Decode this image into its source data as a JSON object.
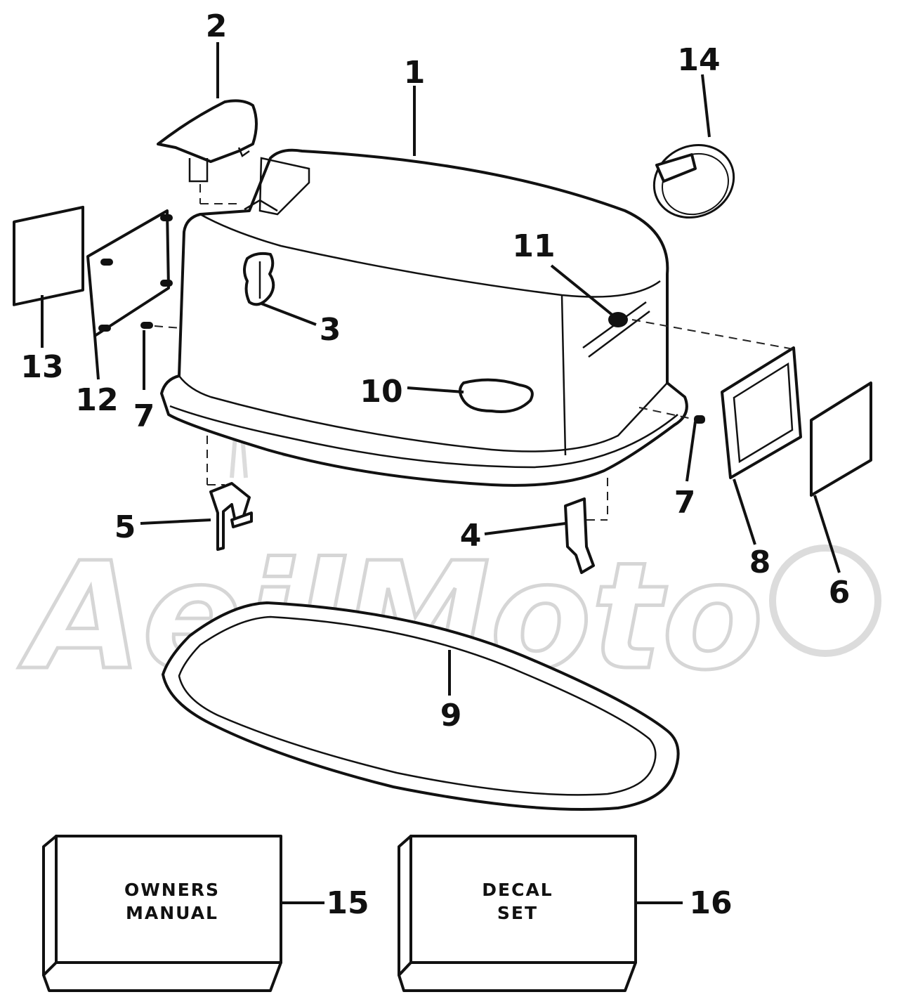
{
  "watermark": {
    "text": "AeilMoto"
  },
  "callouts": [
    {
      "id": "1",
      "label": "1"
    },
    {
      "id": "2",
      "label": "2"
    },
    {
      "id": "3",
      "label": "3"
    },
    {
      "id": "4",
      "label": "4"
    },
    {
      "id": "5",
      "label": "5"
    },
    {
      "id": "6",
      "label": "6"
    },
    {
      "id": "7a",
      "label": "7"
    },
    {
      "id": "7b",
      "label": "7"
    },
    {
      "id": "8",
      "label": "8"
    },
    {
      "id": "9",
      "label": "9"
    },
    {
      "id": "10",
      "label": "10"
    },
    {
      "id": "11",
      "label": "11"
    },
    {
      "id": "12",
      "label": "12"
    },
    {
      "id": "13",
      "label": "13"
    },
    {
      "id": "14",
      "label": "14"
    },
    {
      "id": "15",
      "label": "15"
    },
    {
      "id": "16",
      "label": "16"
    }
  ],
  "boxes": {
    "manual": {
      "line1": "OWNERS",
      "line2": "MANUAL"
    },
    "decal": {
      "line1": "DECAL",
      "line2": "SET"
    }
  }
}
